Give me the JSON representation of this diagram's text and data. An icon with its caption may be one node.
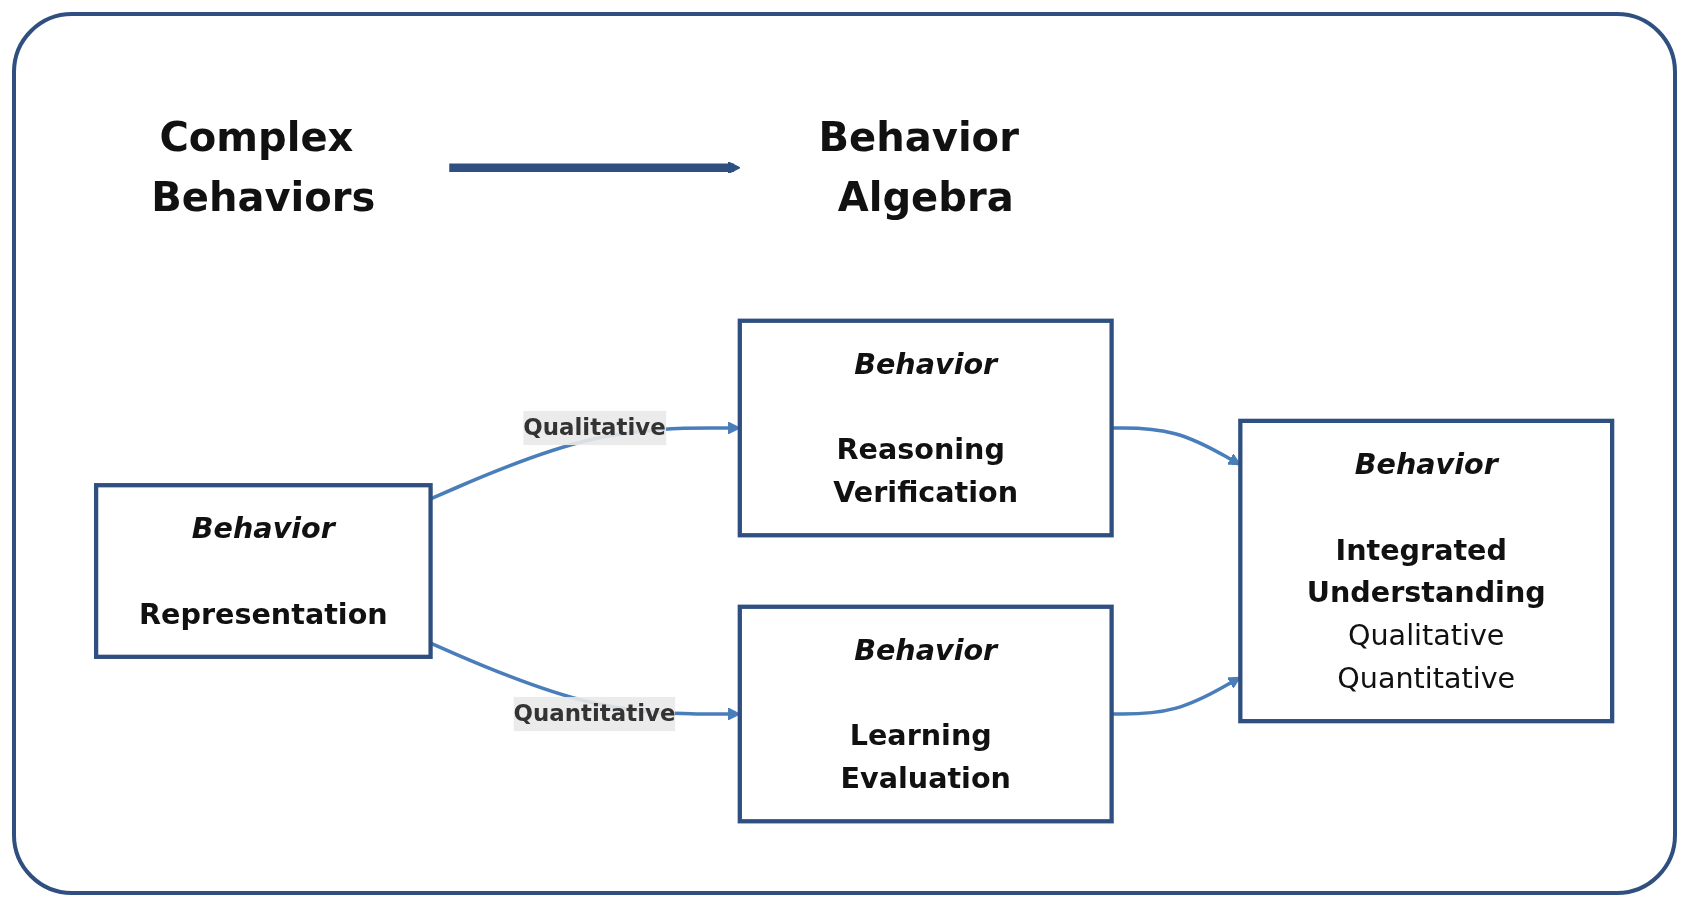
{
  "diagram": {
    "nodes": [
      {
        "text": [
          "Complex Behaviors"
        ]
      },
      {
        "text": [
          "Behavior Algebra"
        ]
      },
      {
        "text": [
          "Behavior",
          "Representation"
        ]
      },
      {
        "text": [
          "Behavior",
          "Reasoning Verification"
        ]
      },
      {
        "text": [
          "Behavior",
          "Learning Evaluation"
        ]
      },
      {
        "text": [
          "Behavior",
          "Integrated Understanding",
          "Qualitative",
          "Quantitative"
        ]
      }
    ],
    "edges": [
      {
        "from": 0,
        "to": 1,
        "arrow": "to",
        "style": "thick",
        "color": "#2e4f80"
      },
      {
        "from": 2,
        "to": 3,
        "arrow": "to",
        "label": "Qualitative"
      },
      {
        "from": 2,
        "to": 4,
        "arrow": "to",
        "label": "Quantitative"
      },
      {
        "from": 3,
        "to": 5,
        "arrow": "to"
      },
      {
        "from": 4,
        "to": 5,
        "arrow": "to"
      }
    ]
  }
}
